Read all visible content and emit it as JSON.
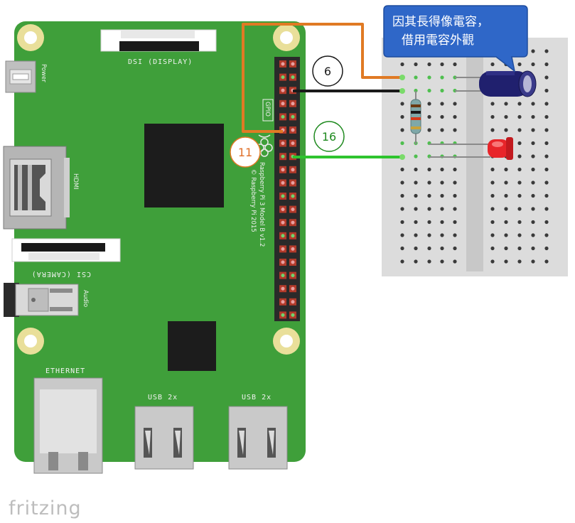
{
  "board": {
    "power_label": "Power",
    "dsi_label": "DSI (DISPLAY)",
    "hdmi_label": "HDMI",
    "csi_label": "CSI (CAMERA)",
    "audio_label": "Audio",
    "ethernet_label": "ETHERNET",
    "usb1_label": "USB 2x",
    "usb2_label": "USB 2x",
    "gpio_label": "GPIO",
    "model_line1": "Raspberry Pi 3 Model B v1.2",
    "model_line2": "© Raspberry Pi 2015"
  },
  "callout": {
    "line1": "因其長得像電容，",
    "line2": "借用電容外觀"
  },
  "pins": {
    "pin6": "6",
    "pin11": "11",
    "pin16": "16"
  },
  "colors": {
    "board": "#3f9f3a",
    "wire_orange": "#e07a24",
    "wire_black": "#1a1a1a",
    "wire_green": "#2ec42e",
    "callout": "#2f67c8",
    "pin11_text": "#e0702a",
    "pin16_text": "#1f8a1f"
  },
  "brand": "fritzing"
}
